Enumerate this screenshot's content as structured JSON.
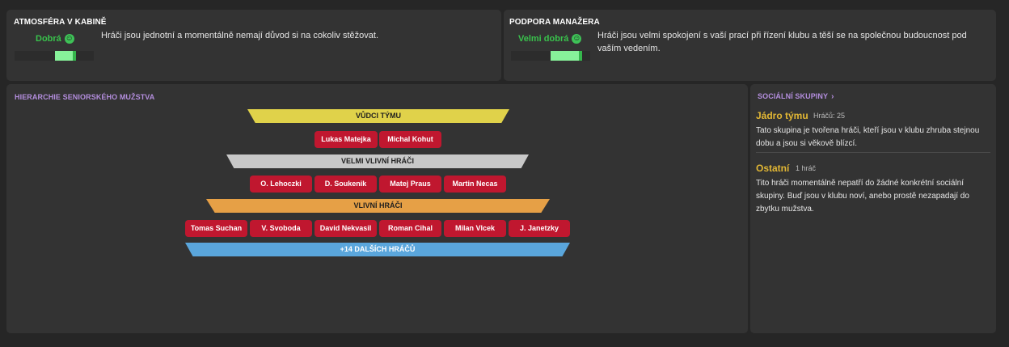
{
  "atmosphere": {
    "title": "ATMOSFÉRA V KABINĚ",
    "status": "Dobrá",
    "level": 0.7,
    "description": "Hráči jsou jednotní a momentálně nemají důvod si na cokoliv stěžovat."
  },
  "manager_support": {
    "title": "PODPORA MANAŽERA",
    "status": "Velmi dobrá",
    "level": 0.8,
    "description": "Hráči jsou velmi spokojení s vaší prací při řízení klubu a těší se na společnou budoucnost pod vaším vedením."
  },
  "hierarchy": {
    "title": "HIERARCHIE SENIORSKÉHO MUŽSTVA",
    "leaders_label": "VŮDCI TÝMU",
    "leaders": [
      "Lukas Matejka",
      "Michal Kohut"
    ],
    "highly_influential_label": "VELMI VLIVNÍ HRÁČI",
    "highly_influential": [
      "O. Lehoczki",
      "D. Soukenik",
      "Matej Praus",
      "Martin Necas"
    ],
    "influential_label": "VLIVNÍ HRÁČI",
    "influential": [
      "Tomas Suchan",
      "V. Svoboda",
      "David Nekvasil",
      "Roman Cihal",
      "Milan Vlcek",
      "J. Janetzky"
    ],
    "others_label": "+14 DALŠÍCH HRÁČŮ"
  },
  "social_groups": {
    "title": "SOCIÁLNÍ SKUPINY",
    "groups": [
      {
        "name": "Jádro týmu",
        "count": "Hráčů: 25",
        "description": "Tato skupina je tvořena hráči, kteří jsou v klubu zhruba stejnou dobu a jsou si věkově blízcí."
      },
      {
        "name": "Ostatní",
        "count": "1 hráč",
        "description": "Tito hráči momentálně nepatří do žádné konkrétní sociální skupiny. Buď jsou v klubu noví, anebo prostě nezapadají do zbytku mužstva."
      }
    ]
  },
  "colors": {
    "positive": "#39c24c",
    "leaders_band": "#e0d24a",
    "highly_band": "#c8c8c8",
    "influential_band": "#e6a046",
    "others_band": "#5aa6dc",
    "player_chip": "#c0172f",
    "group_name": "#e2b734",
    "section_title": "#b48ede"
  }
}
